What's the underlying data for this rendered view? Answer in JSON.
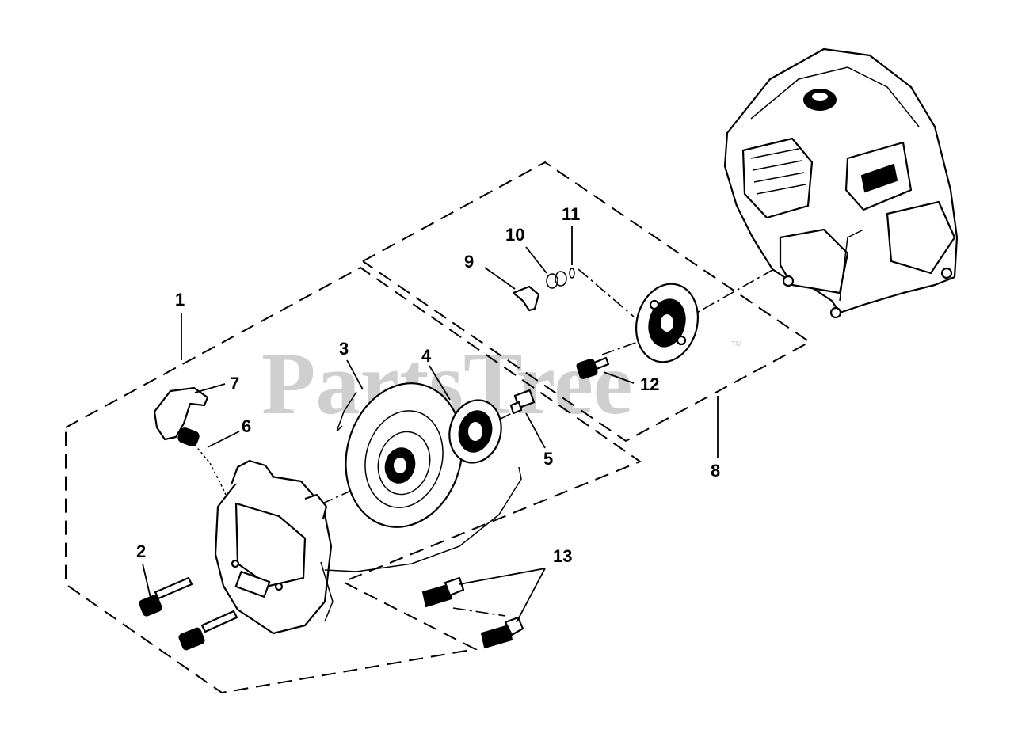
{
  "watermark": {
    "text": "PartsTree",
    "trademark": "™"
  },
  "callouts": [
    {
      "id": "1",
      "text": "1"
    },
    {
      "id": "2",
      "text": "2"
    },
    {
      "id": "3",
      "text": "3"
    },
    {
      "id": "4",
      "text": "4"
    },
    {
      "id": "5",
      "text": "5"
    },
    {
      "id": "6",
      "text": "6"
    },
    {
      "id": "7",
      "text": "7"
    },
    {
      "id": "8",
      "text": "8"
    },
    {
      "id": "9",
      "text": "9"
    },
    {
      "id": "10",
      "text": "10"
    },
    {
      "id": "11",
      "text": "11"
    },
    {
      "id": "12",
      "text": "12"
    },
    {
      "id": "13",
      "text": "13"
    }
  ]
}
